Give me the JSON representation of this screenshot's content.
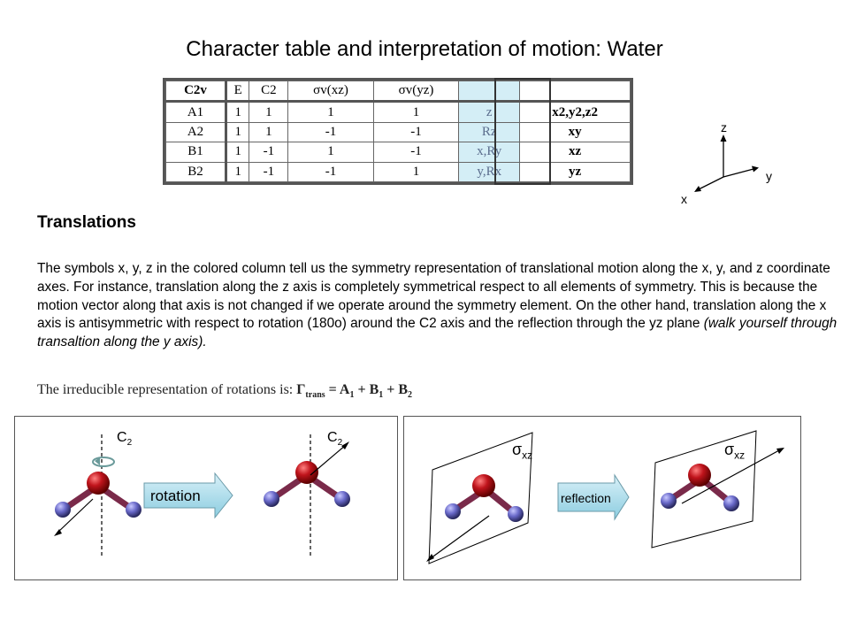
{
  "title": "Character table and interpretation of motion: Water",
  "table": {
    "header": [
      "C2v",
      "E",
      "C2",
      "σv(xz)",
      "σv(yz)",
      "",
      ""
    ],
    "rows": [
      [
        "A1",
        "1",
        "1",
        "1",
        "1",
        "z",
        "x2,y2,z2"
      ],
      [
        "A2",
        "1",
        "1",
        "-1",
        "-1",
        "Rz",
        "xy"
      ],
      [
        "B1",
        "1",
        "-1",
        "1",
        "-1",
        "x,Ry",
        "xz"
      ],
      [
        "B2",
        "1",
        "-1",
        "-1",
        "1",
        "y,Rx",
        "yz"
      ]
    ]
  },
  "axes": {
    "z": "z",
    "y": "y",
    "x": "x"
  },
  "heading": "Translations",
  "paragraph_main": "The symbols x, y, z in the colored column tell us the symmetry representation of translational motion  along the x, y, and z coordinate axes. For instance, translation along the z axis is completely symmetrical respect to all elements of symmetry. This is because the motion vector along that axis is not changed if we operate around the symmetry element. On the other hand, translation along the x axis is antisymmetric with respect to rotation (180o) around the C2 axis and the reflection through the yz plane ",
  "paragraph_italic": "(walk yourself through transaltion  along the y axis).",
  "irrep": {
    "text": "The irreducible representation of rotations is: ",
    "gamma": "Γ",
    "gamma_sub": "trans",
    "equals": " = A",
    "sub1": "1",
    "plus_b": " + B",
    "sub2": "1",
    "plus_b2": " + B",
    "sub3": "2"
  },
  "diagram": {
    "c2_label_left": "C",
    "c2_label_right": "C",
    "c2_sub": "2",
    "rotation_label": "rotation",
    "reflection_label": "reflection",
    "sigma_label": "σ",
    "sigma_sub": "xz"
  },
  "colors": {
    "highlight_column": "#d4eef6",
    "oxygen": "#c0141c",
    "hydrogen": "#6868c8",
    "arrow_fill": "#a8dcec"
  }
}
